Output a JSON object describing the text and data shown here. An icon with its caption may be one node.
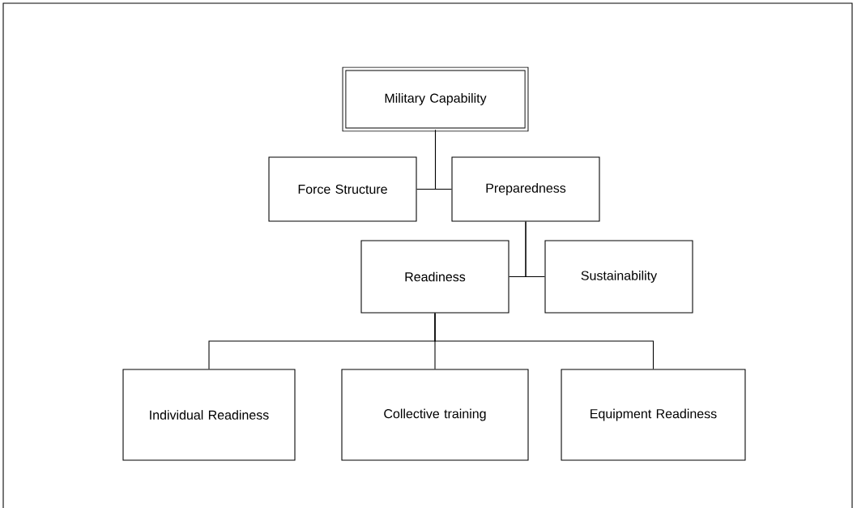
{
  "diagram": {
    "nodes": [
      {
        "text": [
          "Military Capability"
        ]
      },
      {
        "text": [
          "Force Structure"
        ]
      },
      {
        "text": [
          "Preparedness"
        ]
      },
      {
        "text": [
          "Readiness"
        ]
      },
      {
        "text": [
          "Sustainability"
        ]
      },
      {
        "text": [
          "Individual Readiness"
        ]
      },
      {
        "text": [
          "Collective training"
        ]
      },
      {
        "text": [
          "Equipment Readiness"
        ]
      }
    ],
    "edges": [
      {
        "from": 0,
        "to": 1,
        "arrow": "none"
      },
      {
        "from": 0,
        "to": 2,
        "arrow": "none"
      },
      {
        "from": 2,
        "to": 3,
        "arrow": "none"
      },
      {
        "from": 2,
        "to": 4,
        "arrow": "none"
      },
      {
        "from": 3,
        "to": 5,
        "arrow": "none"
      },
      {
        "from": 3,
        "to": 6,
        "arrow": "none"
      },
      {
        "from": 3,
        "to": 7,
        "arrow": "none"
      }
    ]
  }
}
